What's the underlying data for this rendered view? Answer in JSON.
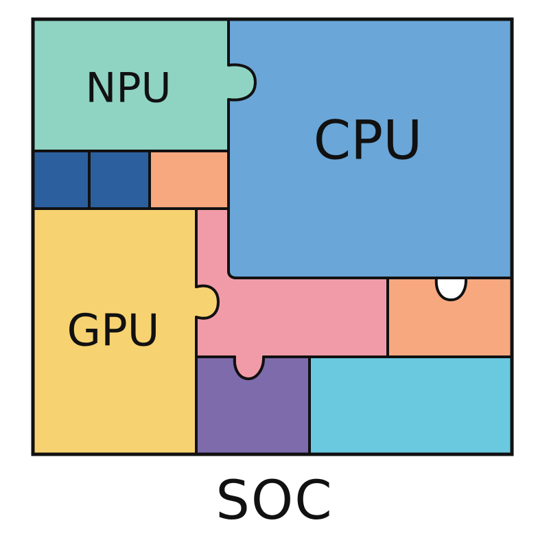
{
  "diagram": {
    "caption": "SOC",
    "blocks": {
      "npu": {
        "label": "NPU",
        "color": "#8fd3c3"
      },
      "cpu": {
        "label": "CPU",
        "color": "#6aa6d8"
      },
      "gpu": {
        "label": "GPU",
        "color": "#f7d271"
      },
      "connector": {
        "color": "#f19ba8"
      },
      "cache_1": {
        "color": "#2c5f9e"
      },
      "cache_2": {
        "color": "#2c5f9e"
      },
      "io_small": {
        "color": "#f8a87f"
      },
      "io_right": {
        "color": "#f8a87f"
      },
      "dsp": {
        "color": "#7d6bab"
      },
      "memory": {
        "color": "#6ac9df"
      }
    },
    "outline_color": "#111111"
  }
}
